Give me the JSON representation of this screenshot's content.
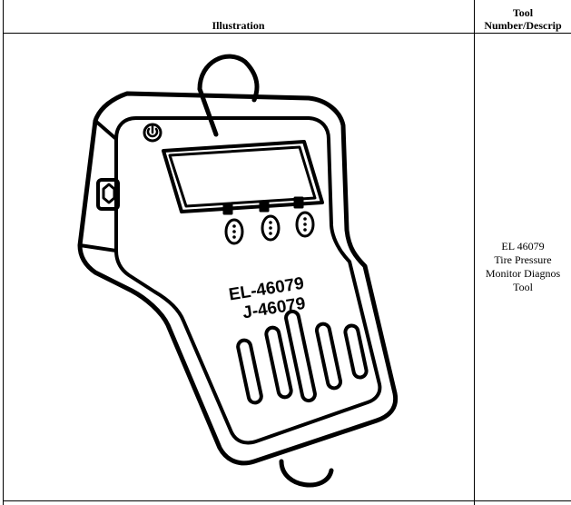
{
  "table": {
    "header": {
      "illustration": "Illustration",
      "tool_line1": "Tool",
      "tool_line2": "Number/Descrip"
    },
    "row": {
      "desc_line1": "EL 46079",
      "desc_line2": "Tire Pressure",
      "desc_line3": "Monitor Diagnos",
      "desc_line4": "Tool",
      "device_label_line1": "EL-46079",
      "device_label_line2": "J-46079",
      "device_icon": "power-icon"
    }
  }
}
